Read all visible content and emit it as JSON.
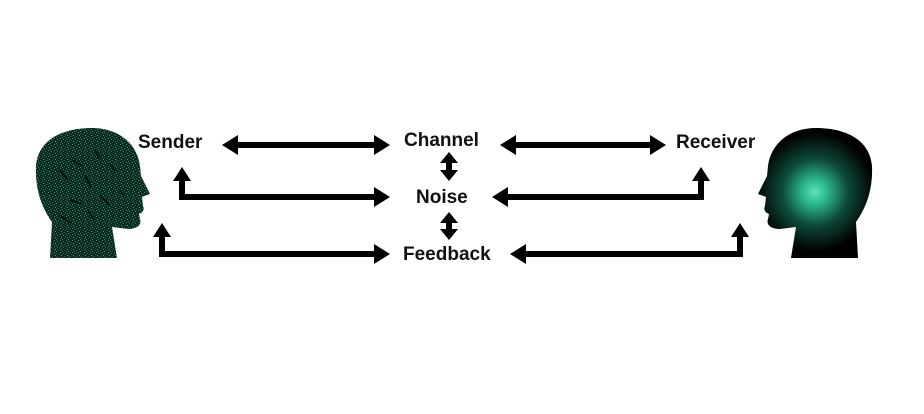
{
  "diagram": {
    "labels": {
      "sender": "Sender",
      "channel": "Channel",
      "receiver": "Receiver",
      "noise": "Noise",
      "feedback": "Feedback"
    },
    "colors": {
      "arrow": "#000000",
      "text": "#111111",
      "sender_head_base": "#0b2a22",
      "sender_head_speckle": "#2f7d62",
      "receiver_glow": "#2fbf95",
      "receiver_head": "#000000"
    },
    "icons": {
      "sender": "sender-head-icon",
      "receiver": "receiver-head-icon"
    }
  }
}
